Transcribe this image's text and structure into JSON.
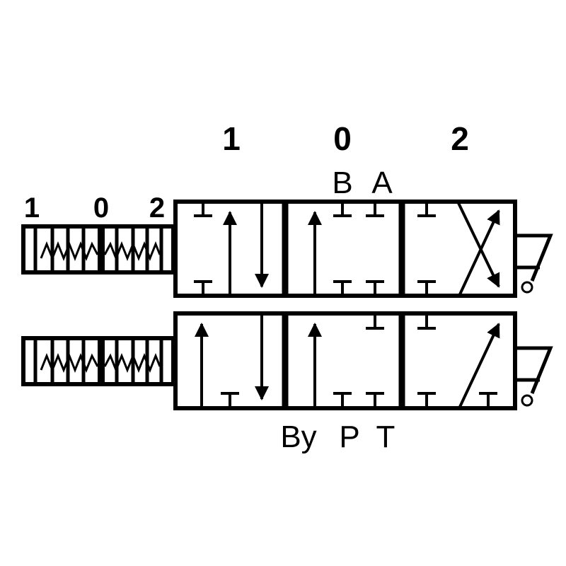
{
  "position_labels": [
    "1",
    "0",
    "2"
  ],
  "detent_labels": [
    "1",
    "0",
    "2"
  ],
  "top_ports": [
    "B",
    "A"
  ],
  "bottom_ports": [
    "By",
    "P",
    "T"
  ],
  "colors": {
    "line": "#000000",
    "background": "#ffffff"
  }
}
